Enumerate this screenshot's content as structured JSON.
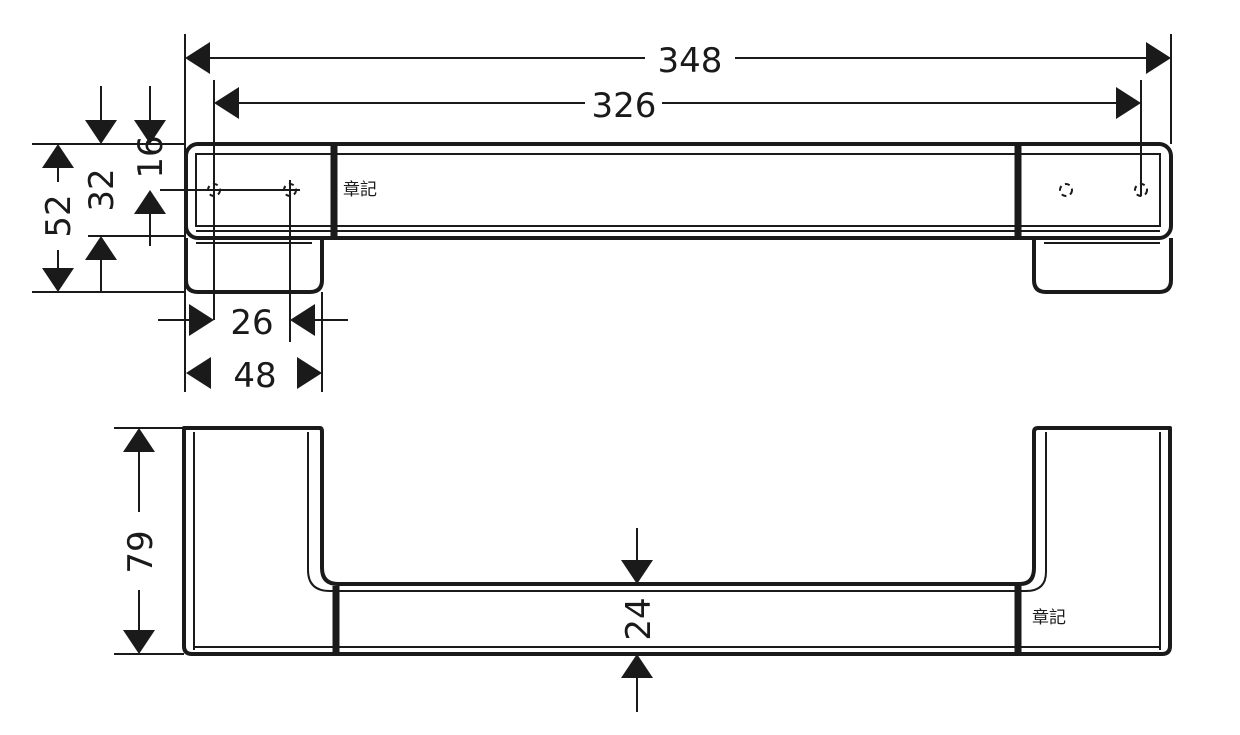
{
  "dimensions": {
    "overall_length": "348",
    "hole_spacing": "326",
    "total_height": "52",
    "hole_height": "32",
    "hole_offset": "16",
    "inner_width": "26",
    "outer_width": "48",
    "depth": "79",
    "bar_thickness": "24"
  },
  "labels": {
    "note_top": "章記",
    "note_bottom": "章記"
  }
}
